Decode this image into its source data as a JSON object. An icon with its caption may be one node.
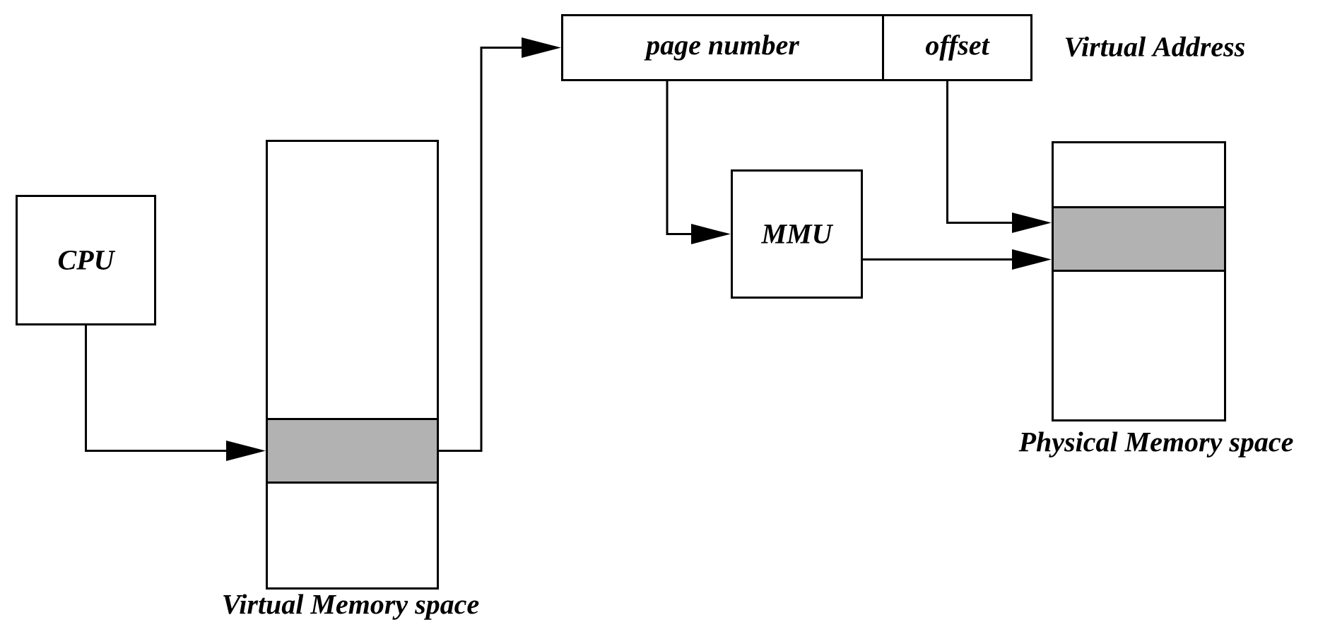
{
  "diagram": {
    "nodes": [
      {
        "text": [
          "CPU"
        ]
      },
      {
        "text": [],
        "shape": "box",
        "beside": [
          "Virtual Memory space"
        ]
      },
      {
        "text": [],
        "shape": "box",
        "in": 1
      },
      {
        "text": [],
        "shape": "box",
        "beside": [
          "Virtual Address"
        ]
      },
      {
        "text": [
          "page number"
        ],
        "in": 3
      },
      {
        "text": [
          "offset"
        ],
        "in": 3
      },
      {
        "text": [
          "MMU"
        ]
      },
      {
        "text": [],
        "shape": "box",
        "beside": [
          "Physical Memory space"
        ]
      },
      {
        "text": [],
        "shape": "box",
        "in": 7
      }
    ],
    "edges": [
      {
        "from": 0,
        "to": 2,
        "arrow": "to"
      },
      {
        "from": 2,
        "to": 4,
        "arrow": "to"
      },
      {
        "from": 4,
        "to": 6,
        "arrow": "to"
      },
      {
        "from": 5,
        "to": 8,
        "arrow": "to"
      },
      {
        "from": 6,
        "to": 8,
        "arrow": "to"
      }
    ]
  }
}
